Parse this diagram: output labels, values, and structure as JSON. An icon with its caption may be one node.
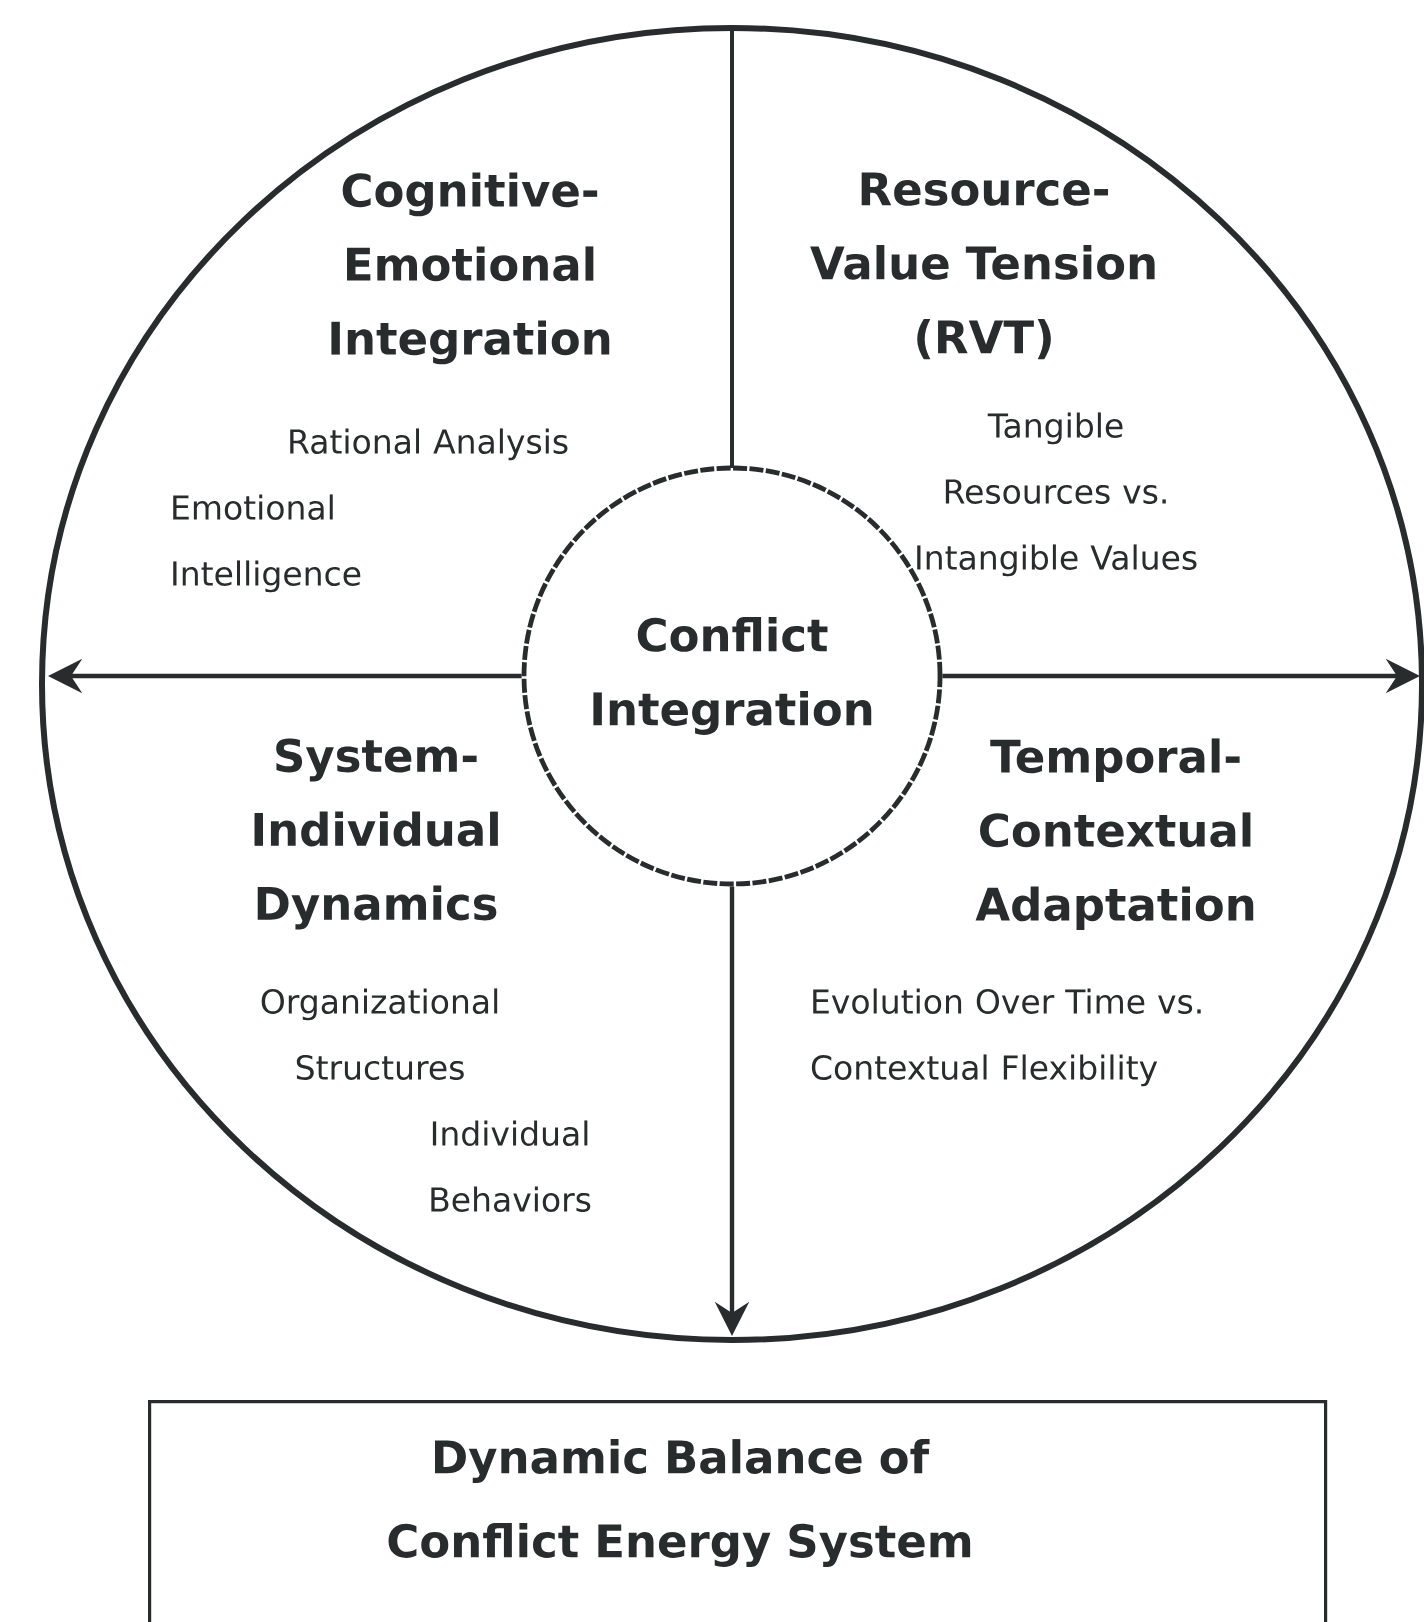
{
  "diagram": {
    "nodes": [
      {
        "text": [],
        "shape": "circle"
      },
      {
        "text": [
          "Conflict Integration"
        ],
        "in": 0
      },
      {
        "text": [
          "Dynamic Balance of Conflict Energy System"
        ]
      }
    ],
    "edges": [
      {
        "from": 1,
        "to": null,
        "arrow": "to"
      },
      {
        "from": 1,
        "to": null,
        "arrow": "to"
      },
      {
        "from": 1,
        "to": null,
        "arrow": "to"
      }
    ],
    "labels": [
      "Cognitive- Emotional Integration",
      "Rational Analysis",
      "Emotional Intelligence",
      "Resource- Value Tension (RVT)",
      "Tangible Resources vs. Intangible Values",
      "System- Individual Dynamics",
      "Organizational Structures",
      "Individual Behaviors",
      "Temporal- Contextual Adaptation",
      "Evolution Over Time vs. Contextual Flexibility"
    ]
  }
}
